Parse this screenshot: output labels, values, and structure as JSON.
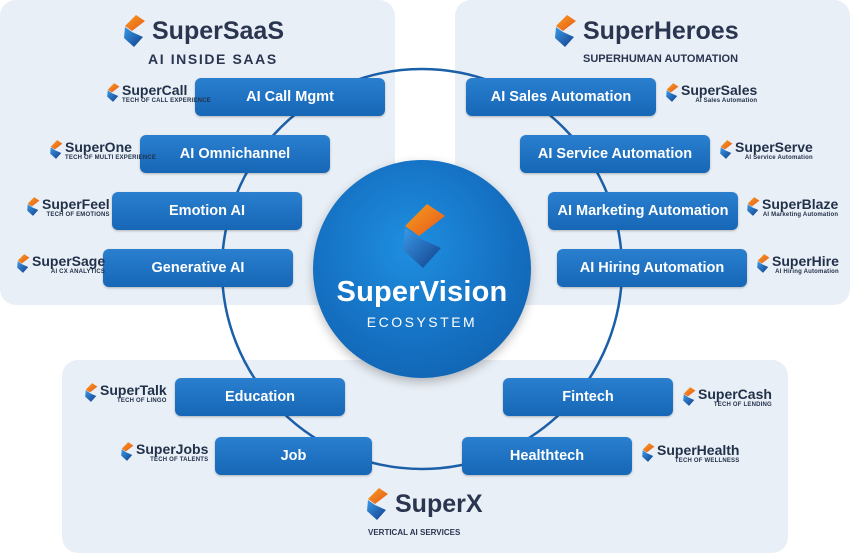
{
  "center": {
    "title": "SuperVision",
    "subtitle": "ECOSYSTEM"
  },
  "groups": {
    "saas": {
      "name": "SuperSaaS",
      "tagline": "AI INSIDE SAAS"
    },
    "heroes": {
      "name": "SuperHeroes",
      "tagline": "SUPERHUMAN AUTOMATION"
    },
    "x": {
      "name": "SuperX",
      "tagline": "VERTICAL AI SERVICES"
    }
  },
  "saas_items": [
    {
      "label": "AI Call Mgmt",
      "brand": "SuperCall",
      "tag": "TECH OF CALL EXPERIENCE"
    },
    {
      "label": "AI Omnichannel",
      "brand": "SuperOne",
      "tag": "TECH OF MULTI EXPERIENCE"
    },
    {
      "label": "Emotion AI",
      "brand": "SuperFeel",
      "tag": "TECH OF EMOTIONS"
    },
    {
      "label": "Generative AI",
      "brand": "SuperSage",
      "tag": "AI CX ANALYTICS"
    }
  ],
  "heroes_items": [
    {
      "label": "AI Sales Automation",
      "brand": "SuperSales",
      "tag": "AI Sales Automation"
    },
    {
      "label": "AI Service Automation",
      "brand": "SuperServe",
      "tag": "AI Service Automation"
    },
    {
      "label": "AI Marketing Automation",
      "brand": "SuperBlaze",
      "tag": "AI Marketing Automation"
    },
    {
      "label": "AI Hiring Automation",
      "brand": "SuperHire",
      "tag": "AI Hiring Automation"
    }
  ],
  "x_items": [
    {
      "label": "Education",
      "brand": "SuperTalk",
      "tag": "TECH OF LINGO"
    },
    {
      "label": "Job",
      "brand": "SuperJobs",
      "tag": "TECH OF TALENTS"
    },
    {
      "label": "Fintech",
      "brand": "SuperCash",
      "tag": "TECH OF LENDING"
    },
    {
      "label": "Healthtech",
      "brand": "SuperHealth",
      "tag": "TECH OF WELLNESS"
    }
  ],
  "colors": {
    "panel": "#e9eff6",
    "pill": "#1a6cbd",
    "ring": "#1a5fa8",
    "logo_orange": "#f07a1e",
    "logo_blue": "#1d6fc4",
    "text_dark": "#22314a"
  }
}
